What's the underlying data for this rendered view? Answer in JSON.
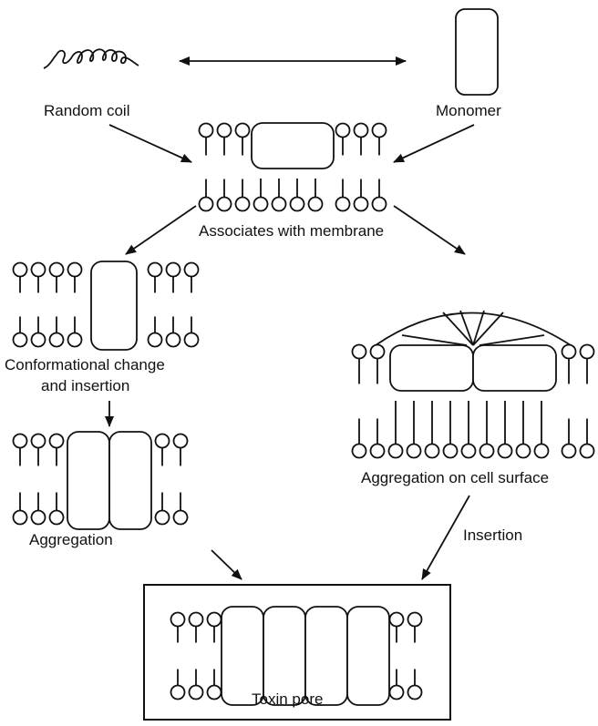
{
  "colors": {
    "ink": "#111111",
    "background": "#ffffff"
  },
  "labels": {
    "random_coil": "Random coil",
    "monomer": "Monomer",
    "associates": "Associates with membrane",
    "conformational_1": "Conformational change",
    "conformational_2": "and insertion",
    "aggregation_surface": "Aggregation on cell surface",
    "insertion": "Insertion",
    "aggregation": "Aggregation",
    "toxin_pore": "Toxin pore"
  }
}
